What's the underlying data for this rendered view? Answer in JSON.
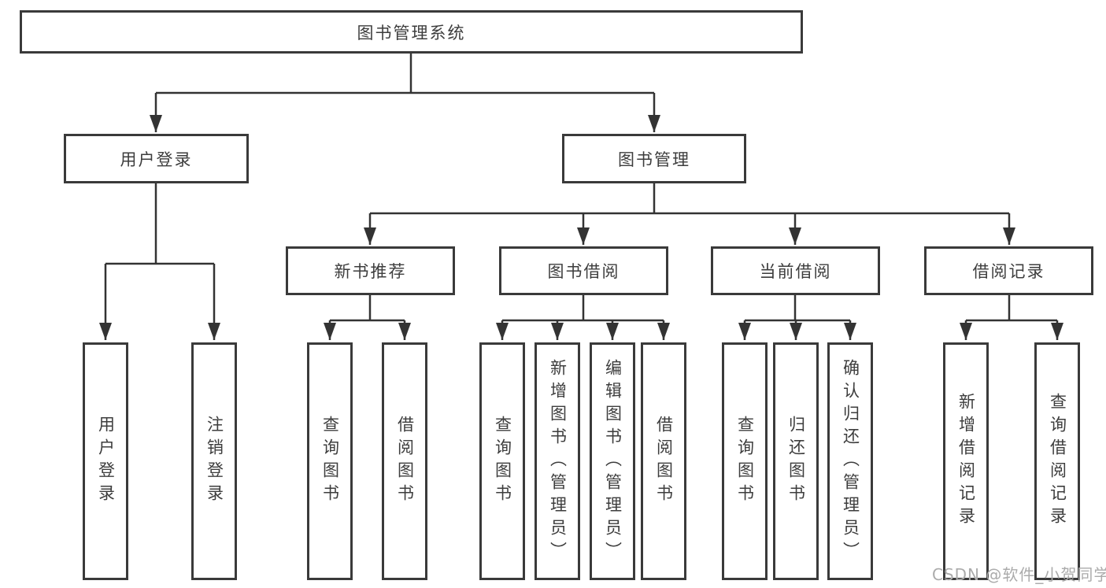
{
  "diagram": {
    "type": "hierarchy-tree",
    "root": {
      "label": "图书管理系统"
    },
    "branches": [
      {
        "label": "用户登录",
        "children": [
          {
            "label": "用户登录"
          },
          {
            "label": "注销登录"
          }
        ]
      },
      {
        "label": "图书管理",
        "children": [
          {
            "label": "新书推荐",
            "children": [
              {
                "label": "查询图书"
              },
              {
                "label": "借阅图书"
              }
            ]
          },
          {
            "label": "图书借阅",
            "children": [
              {
                "label": "查询图书"
              },
              {
                "label": "新增图书（管理员）"
              },
              {
                "label": "编辑图书（管理员）"
              },
              {
                "label": "借阅图书"
              }
            ]
          },
          {
            "label": "当前借阅",
            "children": [
              {
                "label": "查询图书"
              },
              {
                "label": "归还图书"
              },
              {
                "label": "确认归还（管理员）"
              }
            ]
          },
          {
            "label": "借阅记录",
            "children": [
              {
                "label": "新增借阅记录"
              },
              {
                "label": "查询借阅记录"
              }
            ]
          }
        ]
      }
    ]
  },
  "watermark": {
    "text": "CSDN @软件_小贺同学"
  },
  "colors": {
    "line": "#333333",
    "box_border": "#3a3a3a",
    "box_background": "#ffffff",
    "label_text": "#3d3d3d",
    "watermark_text": "#ababab"
  }
}
